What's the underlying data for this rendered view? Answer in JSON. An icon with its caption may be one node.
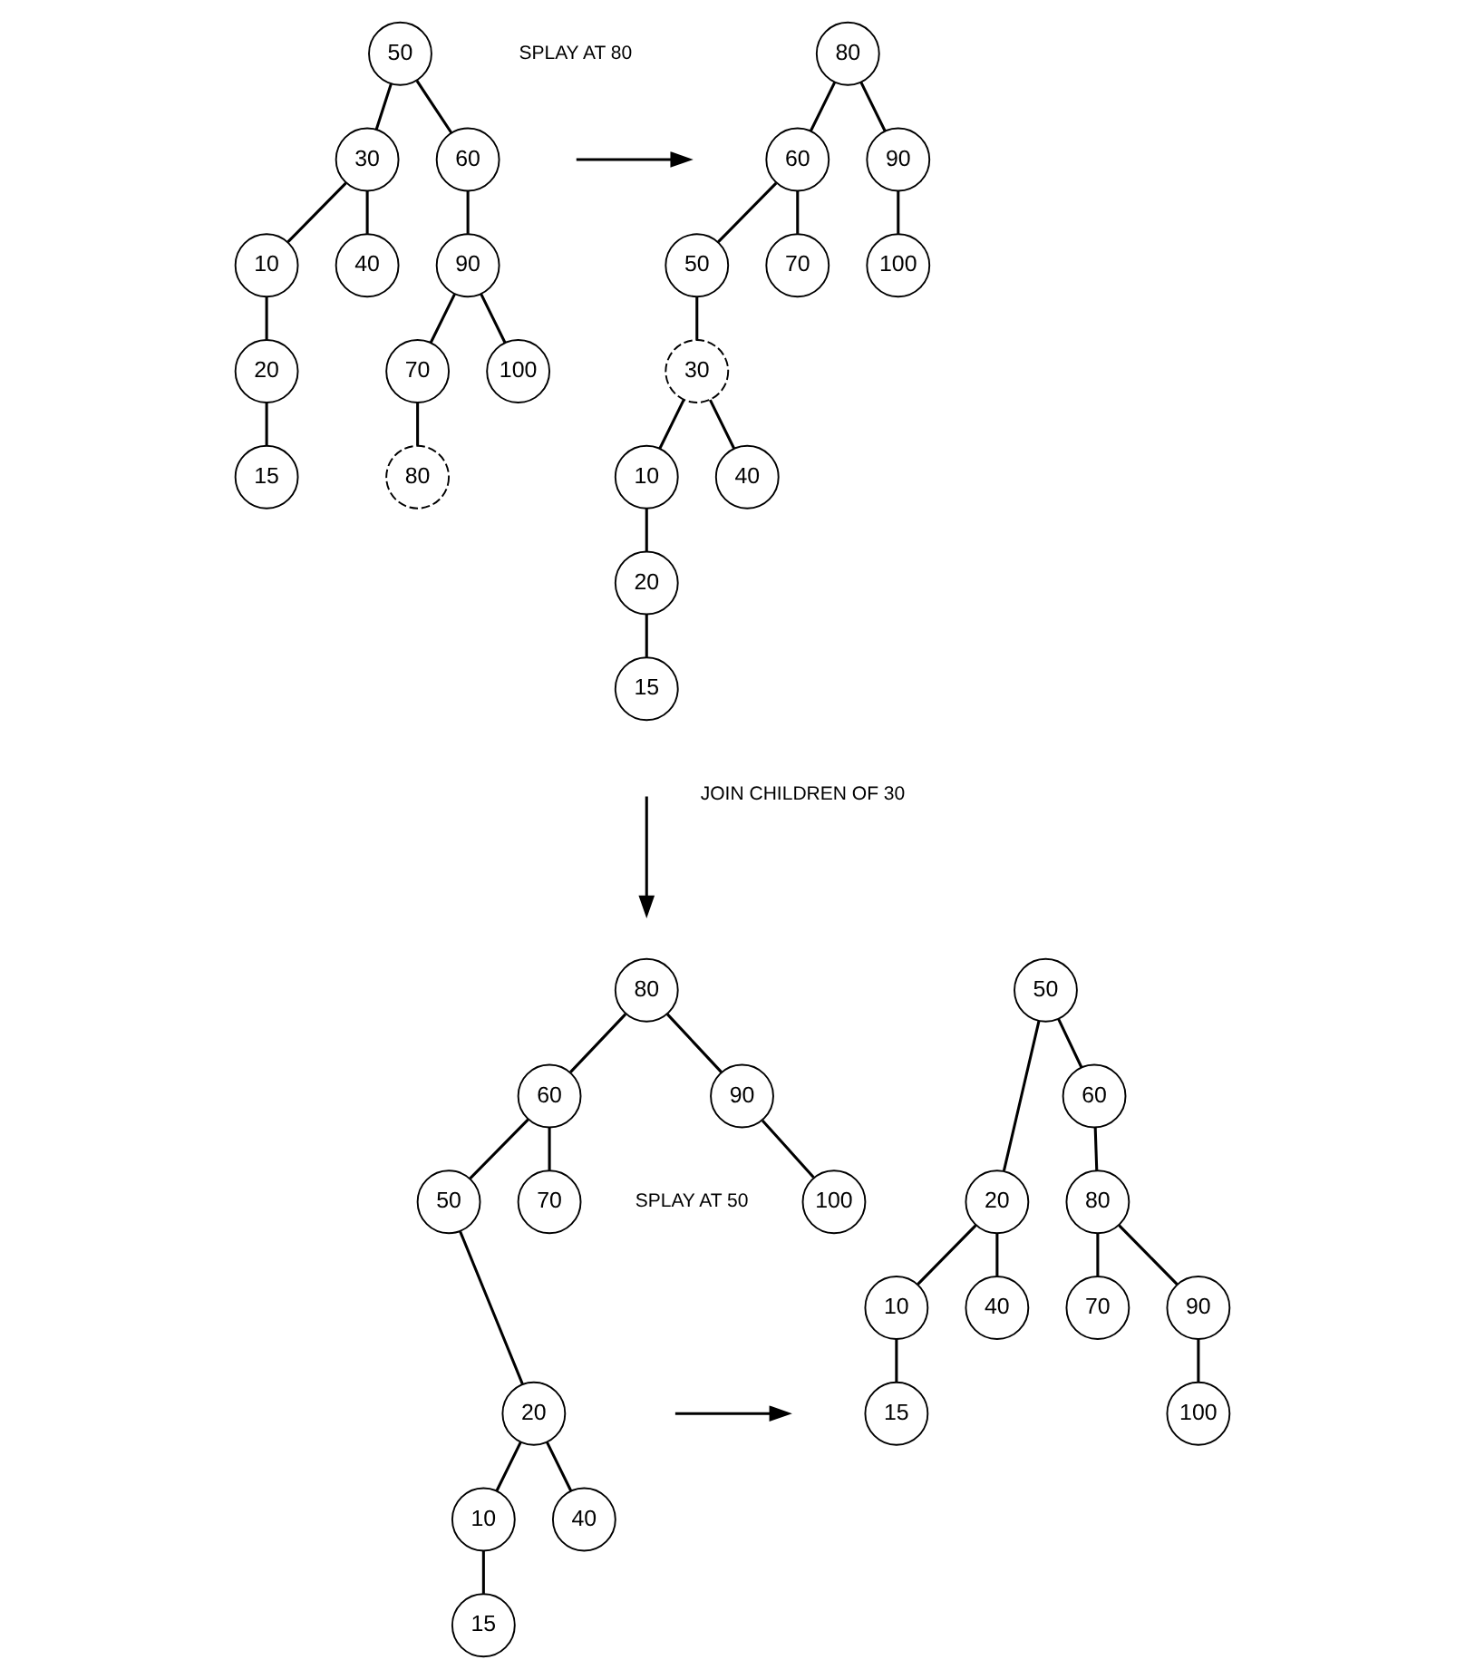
{
  "diagram": {
    "nodes": [
      {
        "text": [
          "50"
        ]
      },
      {
        "text": [
          "30"
        ]
      },
      {
        "text": [
          "60"
        ]
      },
      {
        "text": [
          "10"
        ]
      },
      {
        "text": [
          "40"
        ]
      },
      {
        "text": [
          "90"
        ]
      },
      {
        "text": [
          "20"
        ]
      },
      {
        "text": [
          "70"
        ]
      },
      {
        "text": [
          "100"
        ]
      },
      {
        "text": [
          "15"
        ]
      },
      {
        "text": [
          "80"
        ]
      },
      {
        "text": [
          "80"
        ]
      },
      {
        "text": [
          "60"
        ]
      },
      {
        "text": [
          "90"
        ]
      },
      {
        "text": [
          "50"
        ]
      },
      {
        "text": [
          "70"
        ]
      },
      {
        "text": [
          "100"
        ]
      },
      {
        "text": [
          "30"
        ]
      },
      {
        "text": [
          "10"
        ]
      },
      {
        "text": [
          "40"
        ]
      },
      {
        "text": [
          "20"
        ]
      },
      {
        "text": [
          "15"
        ]
      },
      {
        "text": [
          "80"
        ]
      },
      {
        "text": [
          "60"
        ]
      },
      {
        "text": [
          "90"
        ]
      },
      {
        "text": [
          "50"
        ]
      },
      {
        "text": [
          "70"
        ]
      },
      {
        "text": [
          "100"
        ]
      },
      {
        "text": [
          "20"
        ]
      },
      {
        "text": [
          "10"
        ]
      },
      {
        "text": [
          "40"
        ]
      },
      {
        "text": [
          "15"
        ]
      },
      {
        "text": [
          "50"
        ]
      },
      {
        "text": [
          "20"
        ]
      },
      {
        "text": [
          "60"
        ]
      },
      {
        "text": [
          "10"
        ]
      },
      {
        "text": [
          "40"
        ]
      },
      {
        "text": [
          "80"
        ]
      },
      {
        "text": [
          "15"
        ]
      },
      {
        "text": [
          "70"
        ]
      },
      {
        "text": [
          "90"
        ]
      },
      {
        "text": [
          "100"
        ]
      }
    ],
    "edges": [
      {
        "from": 0,
        "to": 1,
        "arrow": "none"
      },
      {
        "from": 0,
        "to": 2,
        "arrow": "none"
      },
      {
        "from": 1,
        "to": 3,
        "arrow": "none"
      },
      {
        "from": 1,
        "to": 4,
        "arrow": "none"
      },
      {
        "from": 2,
        "to": 5,
        "arrow": "none"
      },
      {
        "from": 3,
        "to": 6,
        "arrow": "none"
      },
      {
        "from": 5,
        "to": 7,
        "arrow": "none"
      },
      {
        "from": 5,
        "to": 8,
        "arrow": "none"
      },
      {
        "from": 6,
        "to": 9,
        "arrow": "none"
      },
      {
        "from": 7,
        "to": 10,
        "arrow": "none"
      },
      {
        "from": 11,
        "to": 12,
        "arrow": "none"
      },
      {
        "from": 11,
        "to": 13,
        "arrow": "none"
      },
      {
        "from": 12,
        "to": 14,
        "arrow": "none"
      },
      {
        "from": 12,
        "to": 15,
        "arrow": "none"
      },
      {
        "from": 13,
        "to": 16,
        "arrow": "none"
      },
      {
        "from": 14,
        "to": 17,
        "arrow": "none"
      },
      {
        "from": 17,
        "to": 18,
        "arrow": "none"
      },
      {
        "from": 17,
        "to": 19,
        "arrow": "none"
      },
      {
        "from": 18,
        "to": 20,
        "arrow": "none"
      },
      {
        "from": 20,
        "to": 21,
        "arrow": "none"
      },
      {
        "from": 22,
        "to": 23,
        "arrow": "none"
      },
      {
        "from": 22,
        "to": 24,
        "arrow": "none"
      },
      {
        "from": 23,
        "to": 25,
        "arrow": "none"
      },
      {
        "from": 23,
        "to": 26,
        "arrow": "none"
      },
      {
        "from": 24,
        "to": 27,
        "arrow": "none"
      },
      {
        "from": 25,
        "to": 28,
        "arrow": "none"
      },
      {
        "from": 28,
        "to": 29,
        "arrow": "none"
      },
      {
        "from": 28,
        "to": 30,
        "arrow": "none"
      },
      {
        "from": 29,
        "to": 31,
        "arrow": "none"
      },
      {
        "from": 32,
        "to": 33,
        "arrow": "none"
      },
      {
        "from": 32,
        "to": 34,
        "arrow": "none"
      },
      {
        "from": 33,
        "to": 35,
        "arrow": "none"
      },
      {
        "from": 33,
        "to": 36,
        "arrow": "none"
      },
      {
        "from": 34,
        "to": 37,
        "arrow": "none"
      },
      {
        "from": 35,
        "to": 38,
        "arrow": "none"
      },
      {
        "from": 37,
        "to": 39,
        "arrow": "none"
      },
      {
        "from": 37,
        "to": 40,
        "arrow": "none"
      },
      {
        "from": 40,
        "to": 41,
        "arrow": "none"
      }
    ],
    "labels": [
      "SPLAY AT 80",
      "JOIN CHILDREN OF 30",
      "SPLAY AT 50"
    ]
  }
}
